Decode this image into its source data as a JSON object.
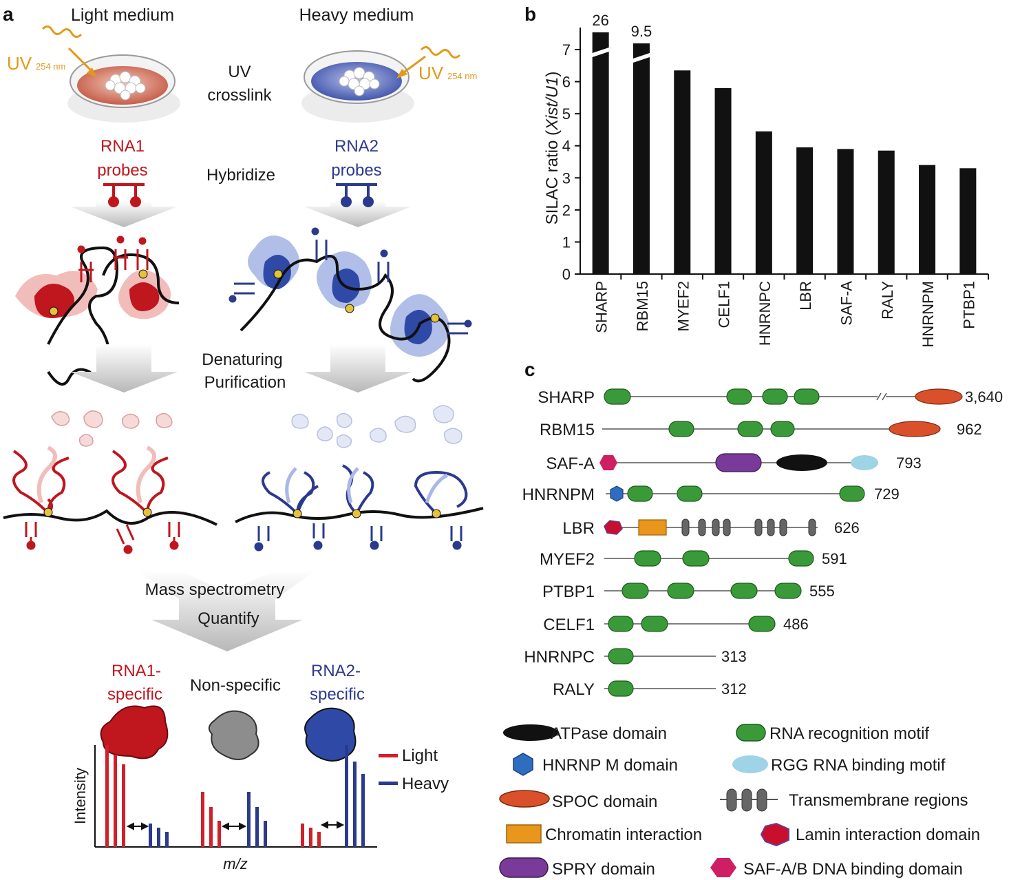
{
  "panels": {
    "a": "a",
    "b": "b",
    "c": "c"
  },
  "panel_a": {
    "light_medium": "Light medium",
    "heavy_medium": "Heavy medium",
    "uv_label": "UV",
    "uv_sub": "254 nm",
    "uv_crosslink_1": "UV",
    "uv_crosslink_2": "crosslink",
    "rna1_probes_1": "RNA1",
    "rna1_probes_2": "probes",
    "rna2_probes_1": "RNA2",
    "rna2_probes_2": "probes",
    "hybridize": "Hybridize",
    "denaturing": "Denaturing",
    "purification": "Purification",
    "mass_spec": "Mass spectrometry",
    "quantify": "Quantify",
    "rna1_specific_1": "RNA1-",
    "rna1_specific_2": "specific",
    "non_specific": "Non-specific",
    "rna2_specific_1": "RNA2-",
    "rna2_specific_2": "specific",
    "legend_light": "Light",
    "legend_heavy": "Heavy",
    "y_axis": "Intensity",
    "x_axis": "m/z",
    "colors": {
      "light": "#d0202a",
      "heavy": "#2b3a8e",
      "uv": "#e29a16"
    }
  },
  "chart_data": {
    "type": "bar",
    "categories": [
      "SHARP",
      "RBM15",
      "MYEF2",
      "CELF1",
      "HNRNPC",
      "LBR",
      "SAF-A",
      "RALY",
      "HNRNPM",
      "PTBP1"
    ],
    "values": [
      26,
      9.5,
      6.35,
      5.8,
      4.45,
      3.95,
      3.9,
      3.85,
      3.4,
      3.3
    ],
    "value_labels": [
      "26",
      "9.5"
    ],
    "ylabel_prefix": "SILAC ratio (",
    "ylabel_italic": "Xist/U1",
    "ylabel_suffix": ")",
    "ylim": [
      0,
      7.5
    ],
    "yticks": [
      "0",
      "1",
      "2",
      "3",
      "4",
      "5",
      "6",
      "7"
    ],
    "bar_color": "#111111"
  },
  "domains": {
    "proteins": [
      {
        "name": "SHARP",
        "length": "3,640"
      },
      {
        "name": "RBM15",
        "length": "962"
      },
      {
        "name": "SAF-A",
        "length": "793"
      },
      {
        "name": "HNRNPM",
        "length": "729"
      },
      {
        "name": "LBR",
        "length": "626"
      },
      {
        "name": "MYEF2",
        "length": "591"
      },
      {
        "name": "PTBP1",
        "length": "555"
      },
      {
        "name": "CELF1",
        "length": "486"
      },
      {
        "name": "HNRNPC",
        "length": "313"
      },
      {
        "name": "RALY",
        "length": "312"
      }
    ],
    "legend": {
      "atpase": "ATPase domain",
      "rrm": "RNA recognition motif",
      "hnrnpm": "HNRNP M domain",
      "rgg": "RGG RNA binding motif",
      "spoc": "SPOC domain",
      "tm": "Transmembrane regions",
      "chromatin": "Chromatin interaction",
      "lamin": "Lamin interaction domain",
      "spry": "SPRY domain",
      "safab": "SAF-A/B DNA binding domain"
    },
    "colors": {
      "rrm": "#3a9a3a",
      "spoc": "#d9502a",
      "atpase": "#111111",
      "spry": "#7a3a9a",
      "rgg": "#9fd3e6",
      "hnrnpm": "#2f6dbf",
      "lamin": "#c8102e",
      "safab": "#cf1f63",
      "chromatin": "#e8961c",
      "tm": "#666666"
    }
  }
}
